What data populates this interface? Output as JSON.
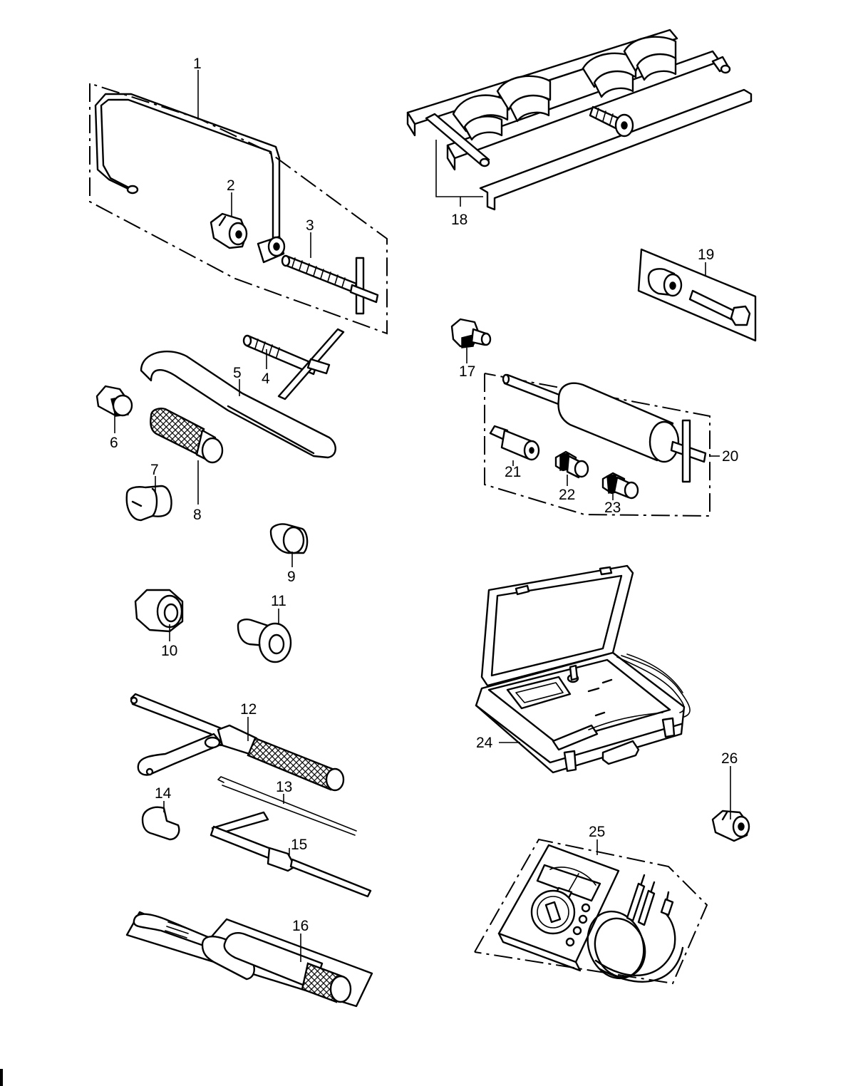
{
  "callouts": [
    {
      "num": "1",
      "part": "bearing-puller-set"
    },
    {
      "num": "2",
      "part": "adapter"
    },
    {
      "num": "3",
      "part": "puller-bolt"
    },
    {
      "num": "4",
      "part": "t-handle-puller"
    },
    {
      "num": "5",
      "part": "hook-spanner-wrench"
    },
    {
      "num": "6",
      "part": "bearing-driver-adapter"
    },
    {
      "num": "7",
      "part": "driver-attachment"
    },
    {
      "num": "8",
      "part": "knurled-driver-handle"
    },
    {
      "num": "9",
      "part": "driver-attachment"
    },
    {
      "num": "10",
      "part": "driver-attachment"
    },
    {
      "num": "11",
      "part": "driver-attachment"
    },
    {
      "num": "12",
      "part": "pliers-tool"
    },
    {
      "num": "13",
      "part": "hook-pick"
    },
    {
      "num": "14",
      "part": "driver-attachment"
    },
    {
      "num": "15",
      "part": "l-rod-tool"
    },
    {
      "num": "16",
      "part": "handle-and-files-set"
    },
    {
      "num": "17",
      "part": "fitting-adapter"
    },
    {
      "num": "18",
      "part": "holding-fixture-rack"
    },
    {
      "num": "19",
      "part": "bolt-and-collar-set"
    },
    {
      "num": "20",
      "part": "slide-hammer-set"
    },
    {
      "num": "21",
      "part": "slide-hammer-adapter"
    },
    {
      "num": "22",
      "part": "slide-hammer-adapter"
    },
    {
      "num": "23",
      "part": "slide-hammer-adapter"
    },
    {
      "num": "24",
      "part": "tester-in-carry-case"
    },
    {
      "num": "25",
      "part": "multimeter-with-leads"
    },
    {
      "num": "26",
      "part": "adapter"
    }
  ],
  "colors": {
    "line": "#000000",
    "background": "#ffffff"
  }
}
